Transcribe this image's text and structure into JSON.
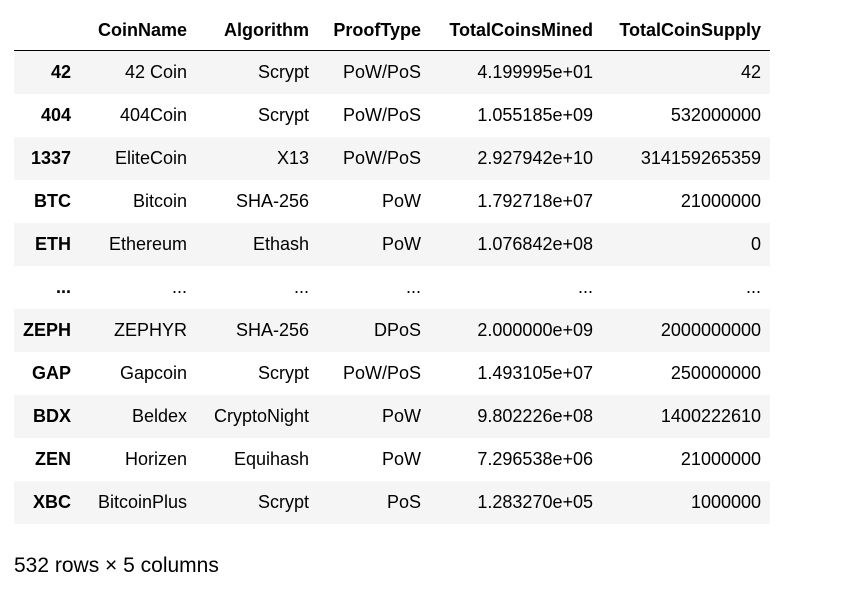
{
  "table": {
    "columns": [
      "",
      "CoinName",
      "Algorithm",
      "ProofType",
      "TotalCoinsMined",
      "TotalCoinSupply"
    ],
    "rows": [
      [
        "42",
        "42 Coin",
        "Scrypt",
        "PoW/PoS",
        "4.199995e+01",
        "42"
      ],
      [
        "404",
        "404Coin",
        "Scrypt",
        "PoW/PoS",
        "1.055185e+09",
        "532000000"
      ],
      [
        "1337",
        "EliteCoin",
        "X13",
        "PoW/PoS",
        "2.927942e+10",
        "314159265359"
      ],
      [
        "BTC",
        "Bitcoin",
        "SHA-256",
        "PoW",
        "1.792718e+07",
        "21000000"
      ],
      [
        "ETH",
        "Ethereum",
        "Ethash",
        "PoW",
        "1.076842e+08",
        "0"
      ],
      [
        "...",
        "...",
        "...",
        "...",
        "...",
        "..."
      ],
      [
        "ZEPH",
        "ZEPHYR",
        "SHA-256",
        "DPoS",
        "2.000000e+09",
        "2000000000"
      ],
      [
        "GAP",
        "Gapcoin",
        "Scrypt",
        "PoW/PoS",
        "1.493105e+07",
        "250000000"
      ],
      [
        "BDX",
        "Beldex",
        "CryptoNight",
        "PoW",
        "9.802226e+08",
        "1400222610"
      ],
      [
        "ZEN",
        "Horizen",
        "Equihash",
        "PoW",
        "7.296538e+06",
        "21000000"
      ],
      [
        "XBC",
        "BitcoinPlus",
        "Scrypt",
        "PoS",
        "1.283270e+05",
        "1000000"
      ]
    ]
  },
  "footer": "532 rows × 5 columns"
}
